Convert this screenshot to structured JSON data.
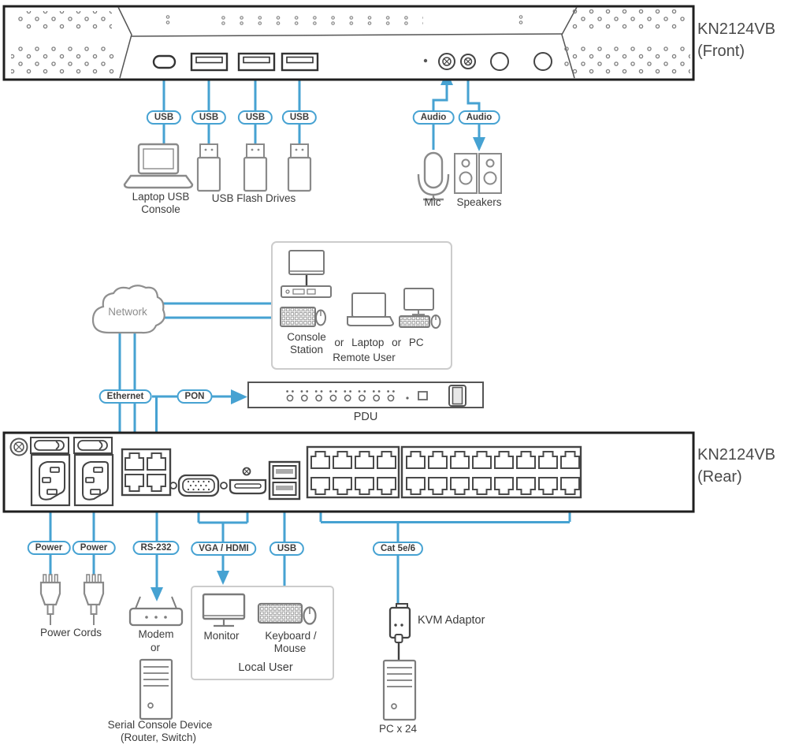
{
  "title_front": {
    "line1": "KN2124VB",
    "line2": "(Front)"
  },
  "title_rear": {
    "line1": "KN2124VB",
    "line2": "(Rear)"
  },
  "tags": {
    "usb_front_1": "USB",
    "usb_front_2": "USB",
    "usb_front_3": "USB",
    "usb_front_4": "USB",
    "audio_in": "Audio",
    "audio_out": "Audio",
    "ethernet": "Ethernet",
    "pon": "PON",
    "power_1": "Power",
    "power_2": "Power",
    "rs232": "RS-232",
    "vga_hdmi": "VGA / HDMI",
    "usb_local": "USB",
    "cat": "Cat 5e/6"
  },
  "labels": {
    "laptop_console": "Laptop USB Console",
    "flash_drives": "USB Flash Drives",
    "mic": "Mic",
    "speakers": "Speakers",
    "network": "Network",
    "console_station": "Console Station",
    "remote_row": "or Laptop or PC",
    "remote_user": "Remote User",
    "pdu": "PDU",
    "power_cords": "Power Cords",
    "modem": "Modem",
    "modem_or": "or",
    "serial_device_1": "Serial Console Device",
    "serial_device_2": "(Router, Switch)",
    "monitor": "Monitor",
    "keyboard": "Keyboard /",
    "mouse": "Mouse",
    "local_user": "Local User",
    "kvm_adaptor": "KVM Adaptor",
    "pc_count": "PC x 24"
  },
  "colors": {
    "connector_blue": "#46a2d2",
    "panel_dark": "#1f1f1f",
    "icon_gray": "#8a8a8a",
    "text": "#3c3c3c"
  }
}
